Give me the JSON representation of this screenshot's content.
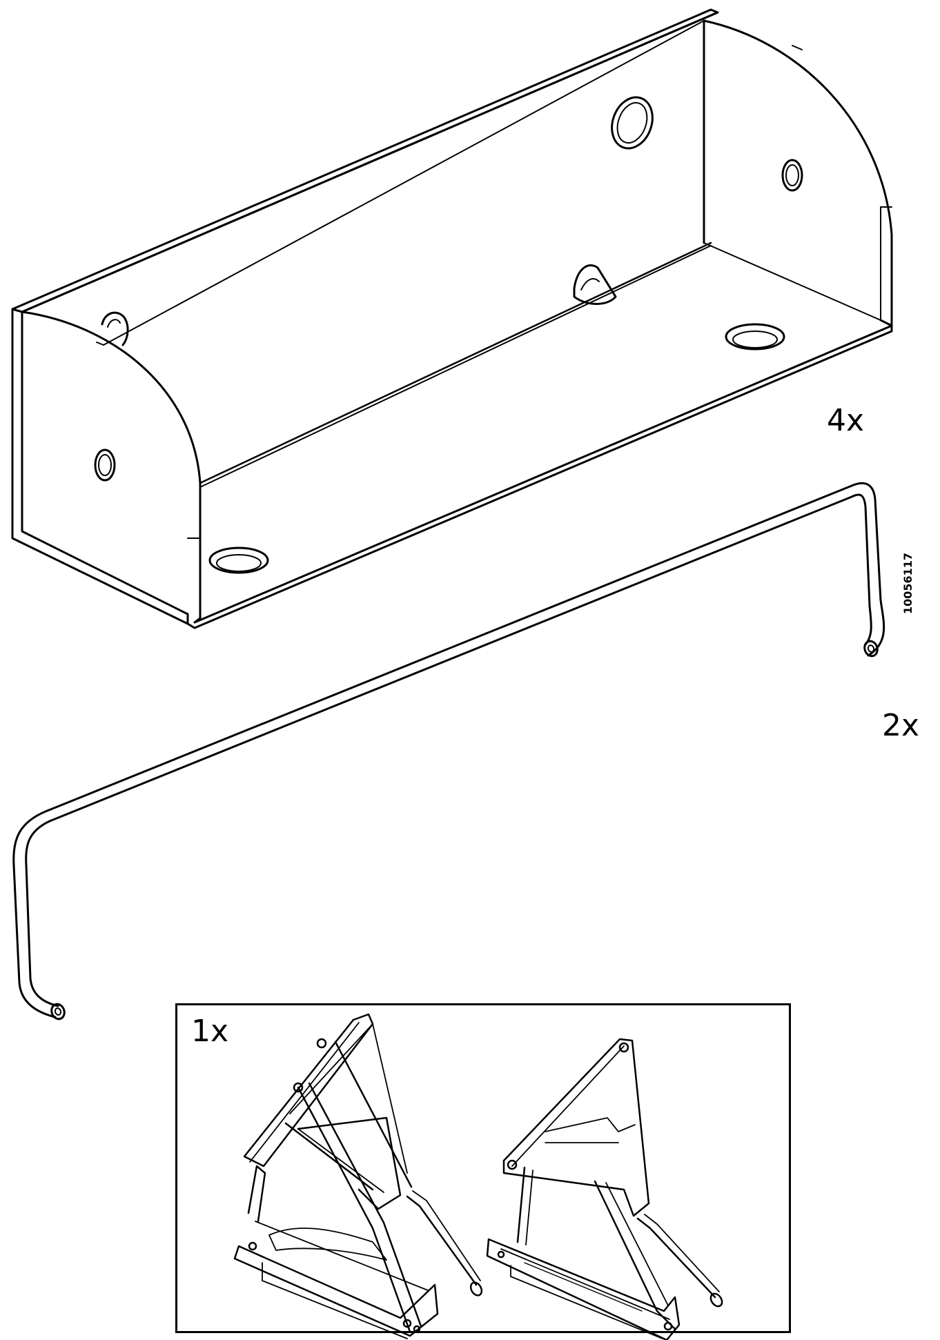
{
  "parts": [
    {
      "name": "shelf-box",
      "quantity_label": "4x"
    },
    {
      "name": "bent-rod",
      "quantity_label": "2x"
    },
    {
      "name": "lift-mechanism-set",
      "quantity_label": "1x"
    }
  ],
  "document_code": "10056117",
  "colors": {
    "line": "#000000",
    "background": "#ffffff"
  }
}
